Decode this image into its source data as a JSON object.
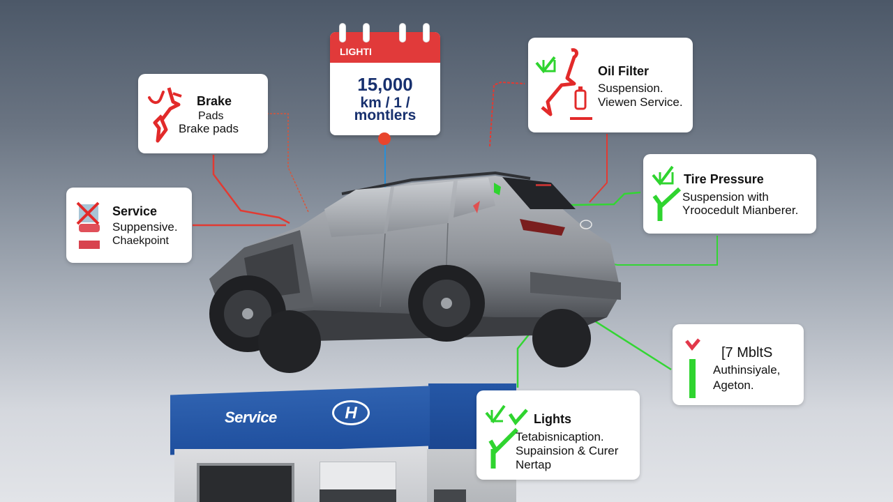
{
  "scene": {
    "description": "Hyundai SUV maintenance checklist infographic",
    "colors": {
      "background_top": "#4c5868",
      "background_bottom": "#e2e4e8",
      "alert_red": "#e13a3a",
      "ok_green": "#2fd42f",
      "navy_text": "#17306e",
      "sign_blue": "#2557a6",
      "connector_blue": "#2a8fd6"
    }
  },
  "calendar": {
    "header_label": "LIGHTI",
    "value_line1": "15,000",
    "value_line2": "km / 1 /",
    "value_line3": "montlers",
    "icon": "calendar-icon"
  },
  "cards": {
    "brake_pads": {
      "status": "alert",
      "icon": "wrench-check-icon",
      "title_line1": "Brake",
      "title_line2": "Pads",
      "line1": "Brake pads"
    },
    "service": {
      "status": "alert",
      "icon": "battery-x-icon",
      "title": "Service",
      "line1": "Suppensive.",
      "line2": "Chaekpoint"
    },
    "oil_filter": {
      "status": "ok",
      "icon": "oil-filter-icon",
      "title": "Oil Filter",
      "line1": "Suspension.",
      "line2": "Viewen Service."
    },
    "tire_pressure": {
      "status": "ok",
      "icon": "checkmark-icon",
      "title": "Tire Pressure",
      "line1": "Suspension with",
      "line2": "Yroocedult Mianberer."
    },
    "months": {
      "status": "ok",
      "icon": "gauge-check-icon",
      "title": "[7 MbltS",
      "line1": "Authinsiyale,",
      "line2": "Ageton."
    },
    "lights": {
      "status": "ok",
      "icon": "double-check-icon",
      "title": "Lights",
      "line1": "Tetabisnicaption.",
      "line2": "Supainsion & Curer",
      "line3": "Nertap"
    }
  },
  "building": {
    "sign_text": "Service",
    "brand_logo": "hyundai-logo"
  }
}
